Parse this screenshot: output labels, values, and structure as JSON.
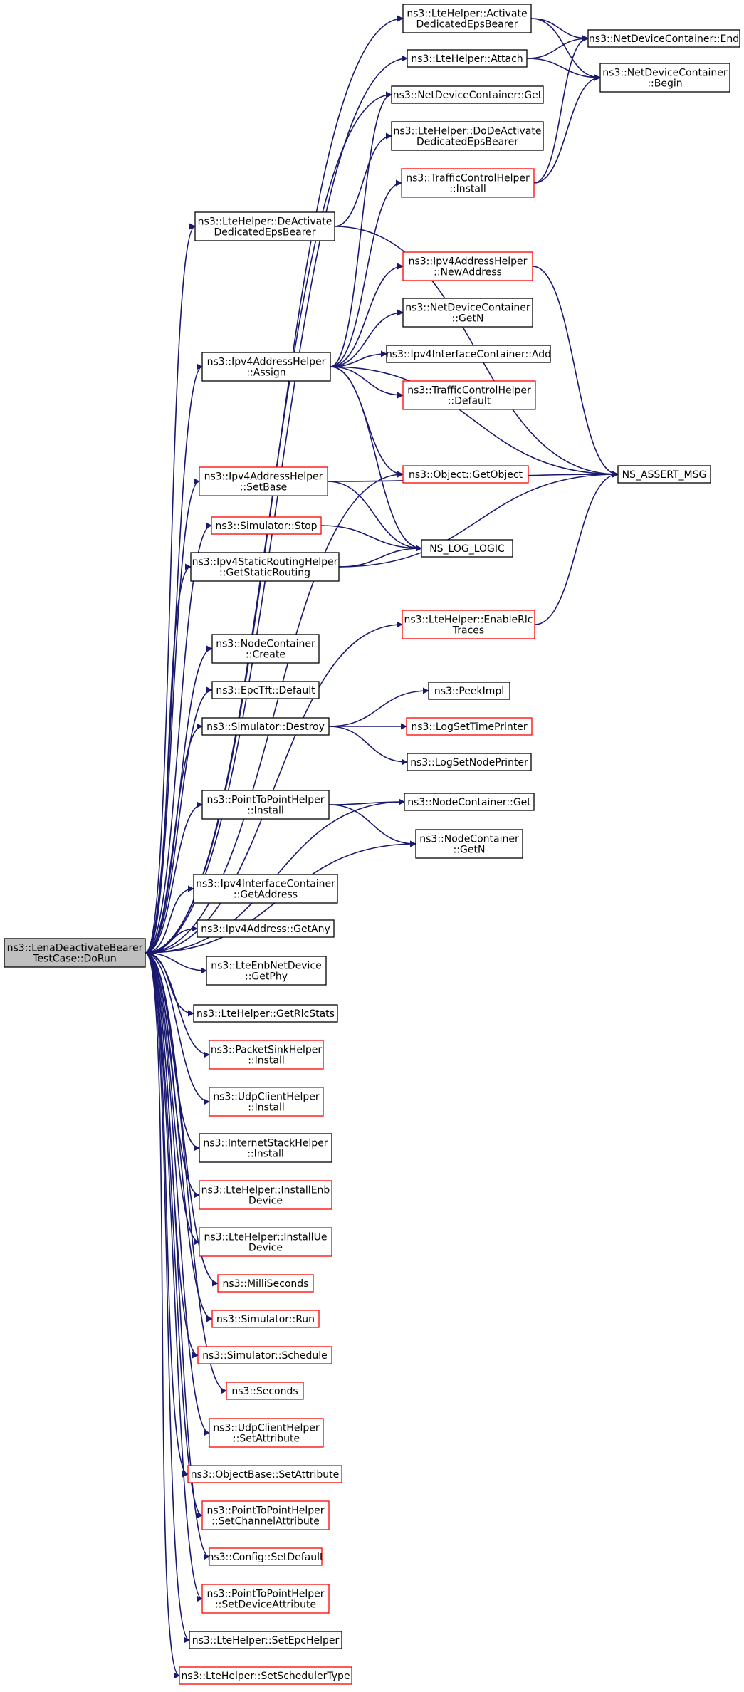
{
  "colors": {
    "edge": "#191970",
    "root_fill": "#bfbfbf",
    "plain_border": "#000000",
    "link_border": "#ff0000"
  },
  "nodes": {
    "root": {
      "lines": [
        "ns3::LenaDeactivateBearer",
        "TestCase::DoRun"
      ],
      "style": "root"
    },
    "activate": {
      "lines": [
        "ns3::LteHelper::Activate",
        "DedicatedEpsBearer"
      ],
      "style": "plain"
    },
    "ndc_end": {
      "lines": [
        "ns3::NetDeviceContainer::End"
      ],
      "style": "plain"
    },
    "attach": {
      "lines": [
        "ns3::LteHelper::Attach"
      ],
      "style": "plain"
    },
    "ndc_begin": {
      "lines": [
        "ns3::NetDeviceContainer",
        "::Begin"
      ],
      "style": "plain"
    },
    "ndc_get": {
      "lines": [
        "ns3::NetDeviceContainer::Get"
      ],
      "style": "plain"
    },
    "dodeactivate": {
      "lines": [
        "ns3::LteHelper::DoDeActivate",
        "DedicatedEpsBearer"
      ],
      "style": "plain"
    },
    "tch_install": {
      "lines": [
        "ns3::TrafficControlHelper",
        "::Install"
      ],
      "style": "link"
    },
    "deactivate": {
      "lines": [
        "ns3::LteHelper::DeActivate",
        "DedicatedEpsBearer"
      ],
      "style": "plain"
    },
    "ipv4_newaddr": {
      "lines": [
        "ns3::Ipv4AddressHelper",
        "::NewAddress"
      ],
      "style": "link"
    },
    "ndc_getn": {
      "lines": [
        "ns3::NetDeviceContainer",
        "::GetN"
      ],
      "style": "plain"
    },
    "ipv4_assign": {
      "lines": [
        "ns3::Ipv4AddressHelper",
        "::Assign"
      ],
      "style": "plain"
    },
    "ipv4ic_add": {
      "lines": [
        "ns3::Ipv4InterfaceContainer::Add"
      ],
      "style": "plain"
    },
    "tch_default": {
      "lines": [
        "ns3::TrafficControlHelper",
        "::Default"
      ],
      "style": "link"
    },
    "getobject": {
      "lines": [
        "ns3::Object::GetObject"
      ],
      "style": "link"
    },
    "ns_assert": {
      "lines": [
        "NS_ASSERT_MSG"
      ],
      "style": "plain"
    },
    "ipv4_setbase": {
      "lines": [
        "ns3::Ipv4AddressHelper",
        "::SetBase"
      ],
      "style": "link"
    },
    "sim_stop": {
      "lines": [
        "ns3::Simulator::Stop"
      ],
      "style": "link"
    },
    "ns_log_logic": {
      "lines": [
        "NS_LOG_LOGIC"
      ],
      "style": "plain"
    },
    "static_routing": {
      "lines": [
        "ns3::Ipv4StaticRoutingHelper",
        "::GetStaticRouting"
      ],
      "style": "plain"
    },
    "enable_rlc": {
      "lines": [
        "ns3::LteHelper::EnableRlc",
        "Traces"
      ],
      "style": "link"
    },
    "nc_create": {
      "lines": [
        "ns3::NodeContainer",
        "::Create"
      ],
      "style": "plain"
    },
    "epctft_default": {
      "lines": [
        "ns3::EpcTft::Default"
      ],
      "style": "plain"
    },
    "peekimpl": {
      "lines": [
        "ns3::PeekImpl"
      ],
      "style": "plain"
    },
    "sim_destroy": {
      "lines": [
        "ns3::Simulator::Destroy"
      ],
      "style": "plain"
    },
    "log_time": {
      "lines": [
        "ns3::LogSetTimePrinter"
      ],
      "style": "link"
    },
    "log_node": {
      "lines": [
        "ns3::LogSetNodePrinter"
      ],
      "style": "plain"
    },
    "p2p_install": {
      "lines": [
        "ns3::PointToPointHelper",
        "::Install"
      ],
      "style": "plain"
    },
    "nc_get": {
      "lines": [
        "ns3::NodeContainer::Get"
      ],
      "style": "plain"
    },
    "nc_getn": {
      "lines": [
        "ns3::NodeContainer",
        "::GetN"
      ],
      "style": "plain"
    },
    "ipv4ic_getaddr": {
      "lines": [
        "ns3::Ipv4InterfaceContainer",
        "::GetAddress"
      ],
      "style": "plain"
    },
    "ipv4addr_getany": {
      "lines": [
        "ns3::Ipv4Address::GetAny"
      ],
      "style": "plain"
    },
    "enb_getphy": {
      "lines": [
        "ns3::LteEnbNetDevice",
        "::GetPhy"
      ],
      "style": "plain"
    },
    "get_rlc": {
      "lines": [
        "ns3::LteHelper::GetRlcStats"
      ],
      "style": "plain"
    },
    "packetsink": {
      "lines": [
        "ns3::PacketSinkHelper",
        "::Install"
      ],
      "style": "link"
    },
    "udpclient_install": {
      "lines": [
        "ns3::UdpClientHelper",
        "::Install"
      ],
      "style": "link"
    },
    "internet_stack": {
      "lines": [
        "ns3::InternetStackHelper",
        "::Install"
      ],
      "style": "plain"
    },
    "install_enb": {
      "lines": [
        "ns3::LteHelper::InstallEnb",
        "Device"
      ],
      "style": "link"
    },
    "install_ue": {
      "lines": [
        "ns3::LteHelper::InstallUe",
        "Device"
      ],
      "style": "link"
    },
    "milliseconds": {
      "lines": [
        "ns3::MilliSeconds"
      ],
      "style": "link"
    },
    "sim_run": {
      "lines": [
        "ns3::Simulator::Run"
      ],
      "style": "link"
    },
    "sim_schedule": {
      "lines": [
        "ns3::Simulator::Schedule"
      ],
      "style": "link"
    },
    "seconds": {
      "lines": [
        "ns3::Seconds"
      ],
      "style": "link"
    },
    "udpclient_setattr": {
      "lines": [
        "ns3::UdpClientHelper",
        "::SetAttribute"
      ],
      "style": "link"
    },
    "objectbase_setattr": {
      "lines": [
        "ns3::ObjectBase::SetAttribute"
      ],
      "style": "link"
    },
    "p2p_setchannel": {
      "lines": [
        "ns3::PointToPointHelper",
        "::SetChannelAttribute"
      ],
      "style": "link"
    },
    "config_setdefault": {
      "lines": [
        "ns3::Config::SetDefault"
      ],
      "style": "link"
    },
    "p2p_setdevice": {
      "lines": [
        "ns3::PointToPointHelper",
        "::SetDeviceAttribute"
      ],
      "style": "link"
    },
    "set_epc": {
      "lines": [
        "ns3::LteHelper::SetEpcHelper"
      ],
      "style": "plain"
    },
    "set_scheduler": {
      "lines": [
        "ns3::LteHelper::SetSchedulerType"
      ],
      "style": "link"
    }
  },
  "edges": [
    [
      "root",
      "activate"
    ],
    [
      "root",
      "attach"
    ],
    [
      "root",
      "ndc_get"
    ],
    [
      "root",
      "deactivate"
    ],
    [
      "root",
      "ipv4_assign"
    ],
    [
      "root",
      "getobject"
    ],
    [
      "root",
      "ipv4_setbase"
    ],
    [
      "root",
      "sim_stop"
    ],
    [
      "root",
      "static_routing"
    ],
    [
      "root",
      "enable_rlc"
    ],
    [
      "root",
      "nc_create"
    ],
    [
      "root",
      "epctft_default"
    ],
    [
      "root",
      "sim_destroy"
    ],
    [
      "root",
      "nc_get"
    ],
    [
      "root",
      "p2p_install"
    ],
    [
      "root",
      "nc_getn"
    ],
    [
      "root",
      "ipv4ic_getaddr"
    ],
    [
      "root",
      "ipv4addr_getany"
    ],
    [
      "root",
      "enb_getphy"
    ],
    [
      "root",
      "get_rlc"
    ],
    [
      "root",
      "packetsink"
    ],
    [
      "root",
      "udpclient_install"
    ],
    [
      "root",
      "internet_stack"
    ],
    [
      "root",
      "install_enb"
    ],
    [
      "root",
      "install_ue"
    ],
    [
      "root",
      "milliseconds"
    ],
    [
      "root",
      "sim_run"
    ],
    [
      "root",
      "sim_schedule"
    ],
    [
      "root",
      "seconds"
    ],
    [
      "root",
      "udpclient_setattr"
    ],
    [
      "root",
      "objectbase_setattr"
    ],
    [
      "root",
      "p2p_setchannel"
    ],
    [
      "root",
      "config_setdefault"
    ],
    [
      "root",
      "p2p_setdevice"
    ],
    [
      "root",
      "set_epc"
    ],
    [
      "root",
      "set_scheduler"
    ],
    [
      "activate",
      "ndc_end"
    ],
    [
      "activate",
      "ndc_begin"
    ],
    [
      "attach",
      "ndc_end"
    ],
    [
      "attach",
      "ndc_begin"
    ],
    [
      "deactivate",
      "dodeactivate"
    ],
    [
      "deactivate",
      "ns_assert"
    ],
    [
      "tch_install",
      "ndc_end"
    ],
    [
      "tch_install",
      "ndc_begin"
    ],
    [
      "ipv4_newaddr",
      "ns_assert"
    ],
    [
      "ipv4_assign",
      "ndc_get"
    ],
    [
      "ipv4_assign",
      "tch_install"
    ],
    [
      "ipv4_assign",
      "ipv4_newaddr"
    ],
    [
      "ipv4_assign",
      "ndc_getn"
    ],
    [
      "ipv4_assign",
      "ipv4ic_add"
    ],
    [
      "ipv4_assign",
      "tch_default"
    ],
    [
      "ipv4_assign",
      "getobject"
    ],
    [
      "ipv4_assign",
      "ns_assert"
    ],
    [
      "ipv4_assign",
      "ns_log_logic"
    ],
    [
      "ipv4_setbase",
      "ns_assert"
    ],
    [
      "ipv4_setbase",
      "ns_log_logic"
    ],
    [
      "sim_stop",
      "ns_log_logic"
    ],
    [
      "static_routing",
      "ns_log_logic"
    ],
    [
      "static_routing",
      "ns_assert"
    ],
    [
      "enable_rlc",
      "ns_assert"
    ],
    [
      "sim_destroy",
      "peekimpl"
    ],
    [
      "sim_destroy",
      "log_time"
    ],
    [
      "sim_destroy",
      "log_node"
    ],
    [
      "p2p_install",
      "nc_get"
    ],
    [
      "p2p_install",
      "nc_getn"
    ]
  ]
}
